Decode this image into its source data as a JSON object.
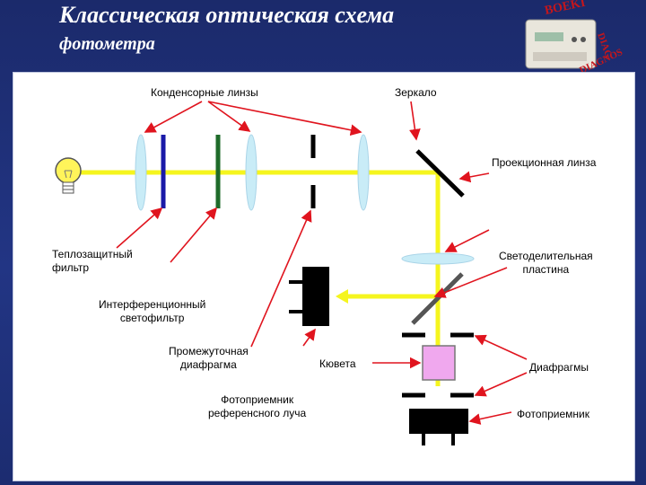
{
  "title": {
    "line1": "Классическая оптическая схема",
    "line2": "фотометра"
  },
  "logo": {
    "lettering": "BOEKI DIAGNOSTIC"
  },
  "labels": {
    "condenser_lenses": "Конденсорные линзы",
    "mirror": "Зеркало",
    "projection_lens": "Проекционная линза",
    "heat_filter_l1": "Теплозащитный",
    "heat_filter_l2": "фильтр",
    "beamsplitter_l1": "Светоделительная",
    "beamsplitter_l2": "пластина",
    "interference_l1": "Интерференционный",
    "interference_l2": "светофильтр",
    "intermediate_l1": "Промежуточная",
    "intermediate_l2": "диафрагма",
    "cuvette": "Кювета",
    "diaphragms": "Диафрагмы",
    "ref_detector_l1": "Фотоприемник",
    "ref_detector_l2": "референсного луча",
    "detector": "Фотоприемник"
  },
  "colors": {
    "beam": "#f5f51e",
    "arrow": "#e0141e",
    "lens": "#c9ecf7",
    "heat_filter": "#1a1aa8",
    "interference_filter": "#1f6b2a",
    "cuvette": "#f0a8ee",
    "component": "#000000"
  }
}
